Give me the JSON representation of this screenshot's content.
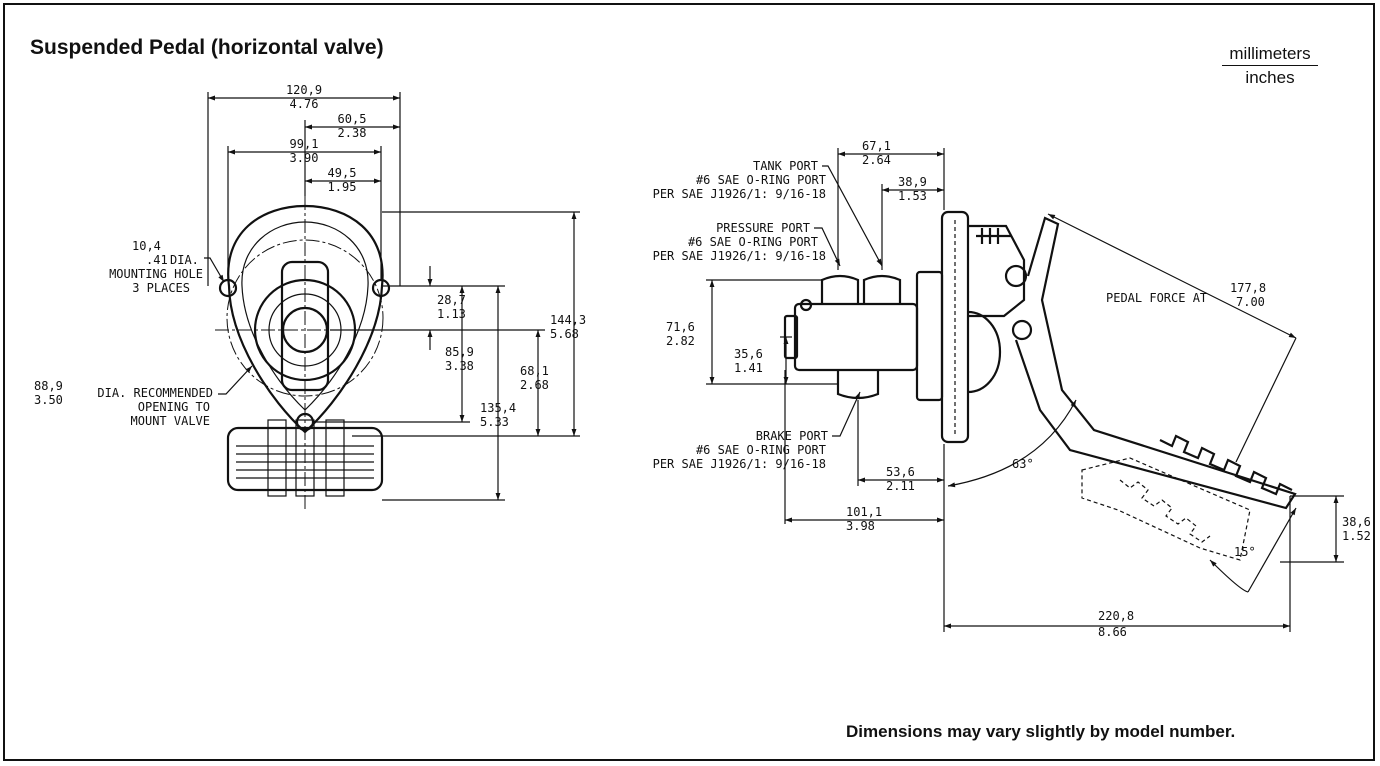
{
  "title": "Suspended Pedal (horizontal valve)",
  "units": {
    "numerator": "millimeters",
    "denominator": "inches"
  },
  "footnote": "Dimensions may vary slightly by model number.",
  "front_view": {
    "dims": {
      "overall_width": [
        "120,9",
        "4.76"
      ],
      "half_width": [
        "60,5",
        "2.38"
      ],
      "hole_spacing": [
        "99,1",
        "3.90"
      ],
      "hole_half": [
        "49,5",
        "1.95"
      ],
      "top_offset": [
        "28,7",
        "1.13"
      ],
      "center_to_bottom_hole": [
        "85,9",
        "3.38"
      ],
      "center_to_bottom": [
        "68,1",
        "2.68"
      ],
      "total_height": [
        "135,4",
        "5.33"
      ],
      "overall_height": [
        "144,3",
        "5.68"
      ]
    },
    "callouts": {
      "hole_dia": [
        "10,4",
        ".41"
      ],
      "hole_text": [
        "DIA.",
        "MOUNTING HOLE",
        "3 PLACES"
      ],
      "opening_dia": [
        "88,9",
        "3.50"
      ],
      "opening_text": [
        "DIA. RECOMMENDED",
        "OPENING TO",
        "MOUNT VALVE"
      ]
    }
  },
  "side_view": {
    "dims": {
      "flange_to_tank": [
        "67,1",
        "2.64"
      ],
      "flange_to_pressure": [
        "38,9",
        "1.53"
      ],
      "valve_height": [
        "71,6",
        "2.82"
      ],
      "valve_center": [
        "35,6",
        "1.41"
      ],
      "flange_to_brake": [
        "53,6",
        "2.11"
      ],
      "valve_length": [
        "101,1",
        "3.98"
      ],
      "pedal_force": [
        "177,8",
        "7.00"
      ],
      "pedal_rise": [
        "38,6",
        "1.52"
      ],
      "pedal_reach": [
        "220,8",
        "8.66"
      ]
    },
    "angles": {
      "travel": "63°",
      "pad": "15°"
    },
    "pedal_force_label": "PEDAL FORCE AT",
    "ports": {
      "tank": [
        "TANK PORT",
        "#6 SAE O-RING PORT",
        "PER SAE J1926/1: 9/16-18"
      ],
      "pressure": [
        "PRESSURE PORT",
        "#6 SAE O-RING PORT",
        "PER SAE J1926/1: 9/16-18"
      ],
      "brake": [
        "BRAKE PORT",
        "#6 SAE O-RING PORT",
        "PER SAE J1926/1: 9/16-18"
      ]
    }
  }
}
